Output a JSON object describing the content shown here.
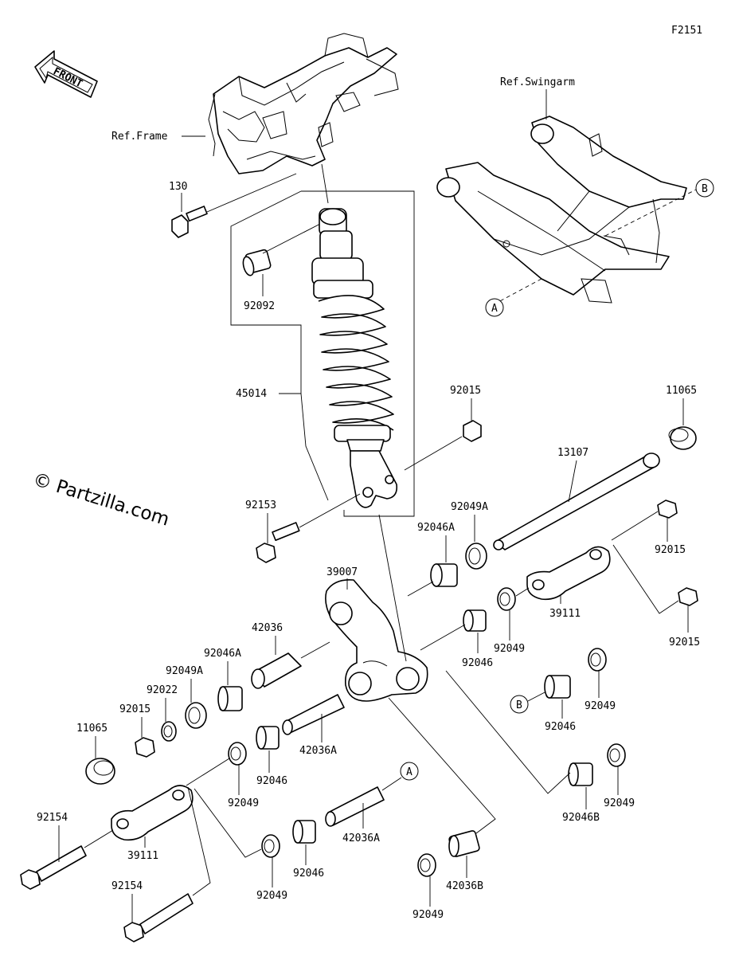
{
  "figure_code": "F2151",
  "front_label": "FRONT",
  "watermark": "© Partzilla.com",
  "refs": {
    "frame": "Ref.Frame",
    "swingarm": "Ref.Swingarm"
  },
  "markers": {
    "a": "A",
    "b": "B"
  },
  "parts": {
    "p130": "130",
    "p92092": "92092",
    "p45014": "45014",
    "p92153": "92153",
    "p92015_top": "92015",
    "p11065_right": "11065",
    "p13107": "13107",
    "p92049a_mid": "92049A",
    "p92046a_mid": "92046A",
    "p92015_r1": "92015",
    "p92015_r2": "92015",
    "p39111_right": "39111",
    "p92049_r1": "92049",
    "p92046_r1": "92046",
    "p39007": "39007",
    "p42036": "42036",
    "p92046a_left": "92046A",
    "p92049a_left": "92049A",
    "p92022": "92022",
    "p92015_left": "92015",
    "p11065_left": "11065",
    "p42036a_1": "42036A",
    "p92046_l1": "92046",
    "p92049_l1": "92049",
    "p92154_1": "92154",
    "p39111_left": "39111",
    "p92154_2": "92154",
    "p92049_l2": "92049",
    "p92046_l2": "92046",
    "p42036a_2": "42036A",
    "p92049_bot": "92049",
    "p42036b": "42036B",
    "p92046_b": "92046",
    "p92049_r2": "92049",
    "p92046b": "92046B",
    "p92049_r3": "92049"
  }
}
